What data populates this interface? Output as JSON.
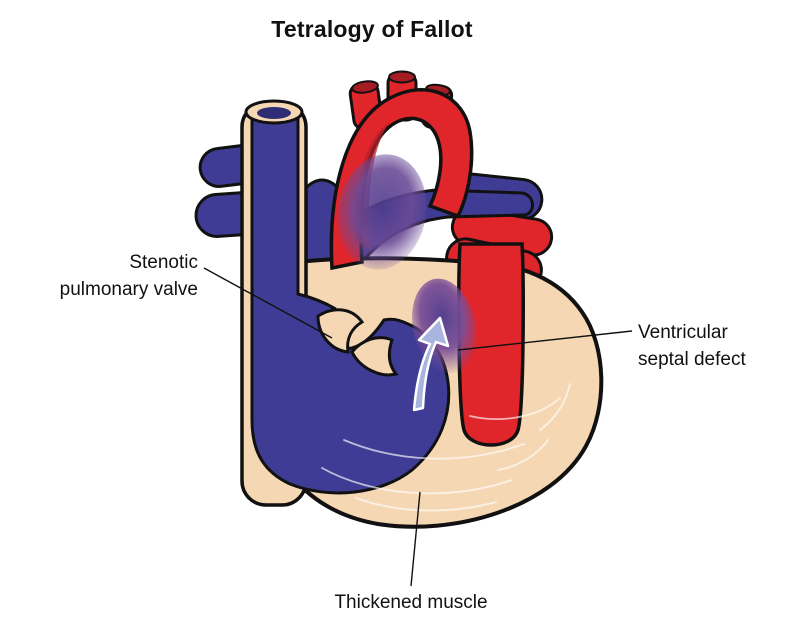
{
  "title": "Tetralogy of Fallot",
  "labels": {
    "stenotic": {
      "line1": "Stenotic",
      "line2": "pulmonary valve"
    },
    "vsd": {
      "line1": "Ventricular",
      "line2": "septal defect"
    },
    "thickened": {
      "text": "Thickened muscle"
    }
  },
  "diagram": {
    "subject": "Heart cross-section illustrating Tetralogy of Fallot"
  },
  "colors": {
    "background": "#FFFFFF",
    "muscle_cream": "#F6D7B4",
    "deoxygenated_blue": "#3E3C94",
    "oxygenated_red": "#E0252B",
    "dark_red_opening": "#A51D22",
    "mixed_blood_purple": "#6C4B97",
    "flow_arrow_blue": "#A9B5DF",
    "outline_black": "#111111",
    "text_black": "#111111"
  }
}
